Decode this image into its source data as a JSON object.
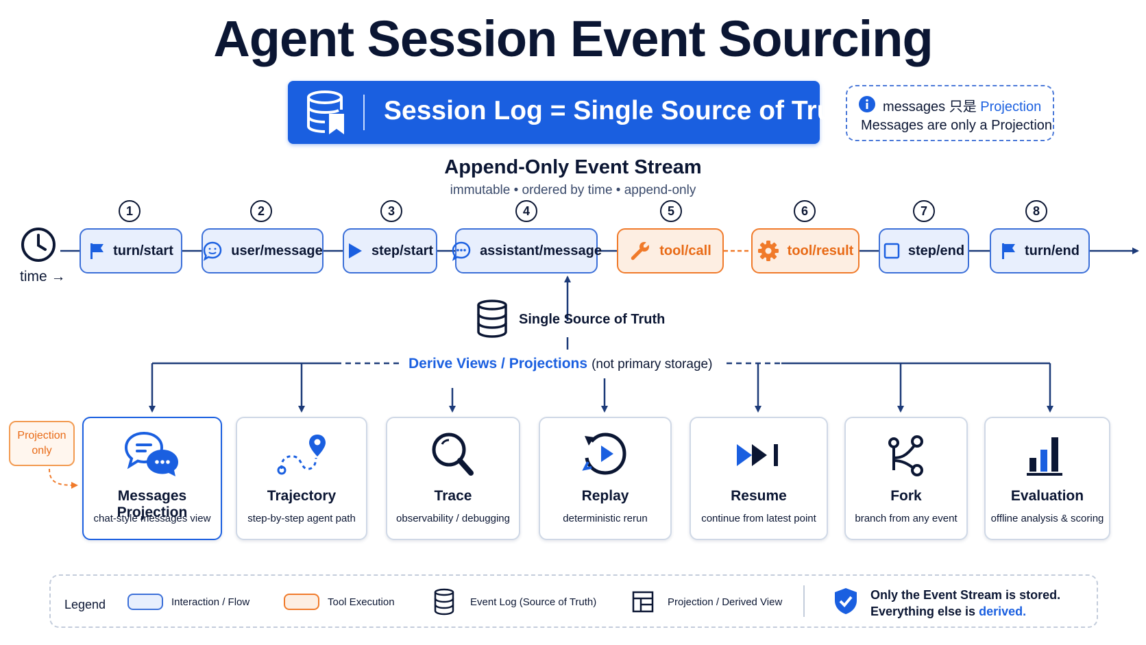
{
  "title": "Agent Session Event Sourcing",
  "banner": {
    "text": "Session Log = Single Source of Truth",
    "icon": "database-bookmark-icon"
  },
  "note": {
    "line1_prefix": "messages 只是 ",
    "line1_highlight": "Projection",
    "line2": "Messages are only a Projection",
    "icon": "info-icon"
  },
  "stream": {
    "title": "Append-Only Event Stream",
    "subtitle": "immutable  •  ordered by time  •  append-only",
    "time_label": "time →",
    "events": [
      {
        "num": "1",
        "label": "turn/start",
        "icon": "flag-icon",
        "kind": "interaction"
      },
      {
        "num": "2",
        "label": "user/message",
        "icon": "chat-bubble-icon",
        "kind": "interaction"
      },
      {
        "num": "3",
        "label": "step/start",
        "icon": "play-icon",
        "kind": "interaction"
      },
      {
        "num": "4",
        "label": "assistant/message",
        "icon": "chat-dots-icon",
        "kind": "interaction"
      },
      {
        "num": "5",
        "label": "tool/call",
        "icon": "wrench-icon",
        "kind": "tool"
      },
      {
        "num": "6",
        "label": "tool/result",
        "icon": "gear-icon",
        "kind": "tool"
      },
      {
        "num": "7",
        "label": "step/end",
        "icon": "square-icon",
        "kind": "interaction"
      },
      {
        "num": "8",
        "label": "turn/end",
        "icon": "flag-icon",
        "kind": "interaction"
      }
    ]
  },
  "source_of_truth_label": "Single Source of Truth",
  "derive": {
    "label": "Derive Views / Projections",
    "note": "(not primary storage)"
  },
  "projection_only_label": "Projection\nonly",
  "projections": [
    {
      "title": "Messages Projection",
      "subtitle": "chat-style messages view",
      "icon": "messages-icon"
    },
    {
      "title": "Trajectory",
      "subtitle": "step-by-step agent path",
      "icon": "route-pin-icon"
    },
    {
      "title": "Trace",
      "subtitle": "observability / debugging",
      "icon": "magnifier-icon"
    },
    {
      "title": "Replay",
      "subtitle": "deterministic rerun",
      "icon": "replay-icon"
    },
    {
      "title": "Resume",
      "subtitle": "continue from latest point",
      "icon": "skip-forward-icon"
    },
    {
      "title": "Fork",
      "subtitle": "branch from any event",
      "icon": "fork-icon"
    },
    {
      "title": "Evaluation",
      "subtitle": "offline analysis & scoring",
      "icon": "bar-chart-icon"
    }
  ],
  "legend": {
    "title": "Legend",
    "items": [
      {
        "label": "Interaction / Flow"
      },
      {
        "label": "Tool Execution"
      },
      {
        "label": "Event Log (Source of Truth)",
        "icon": "database-icon"
      },
      {
        "label": "Projection / Derived View",
        "icon": "layout-icon"
      }
    ],
    "stored_line": "Only the Event Stream is stored.",
    "derived_prefix": "Everything else is ",
    "derived_highlight": "derived."
  },
  "colors": {
    "primary_blue": "#1a5fe0",
    "navy": "#0b1633",
    "tool_orange": "#f07a2a",
    "interaction_fill": "#e8effd",
    "tool_fill": "#fdeee2"
  }
}
